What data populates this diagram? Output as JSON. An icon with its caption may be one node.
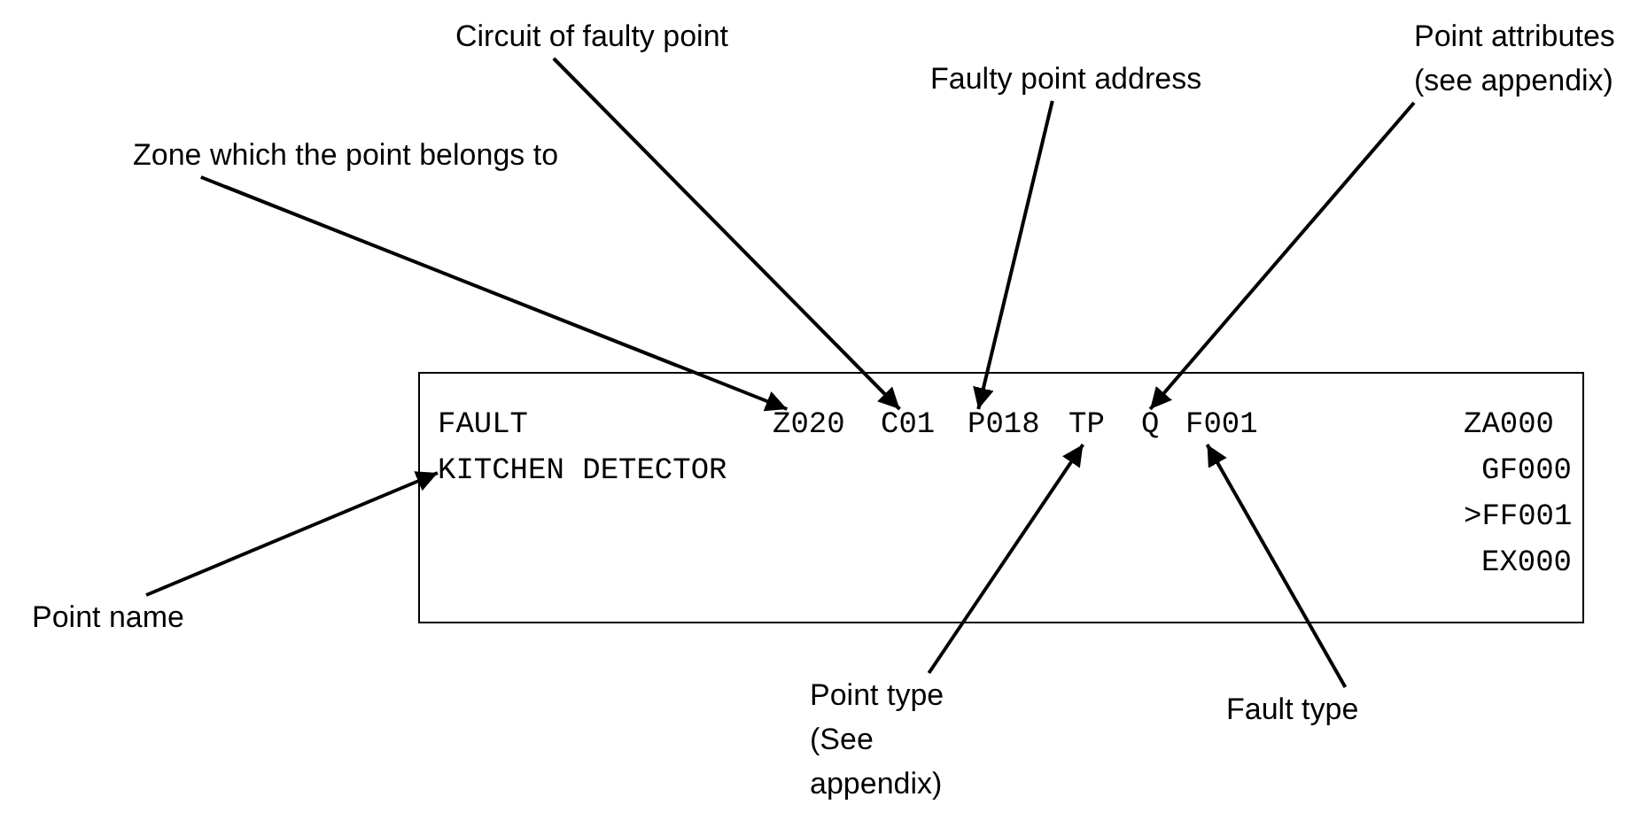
{
  "diagram": {
    "nodes": [
      {
        "text": [
          "Circuit of faulty point"
        ]
      },
      {
        "text": [
          "Faulty point address"
        ]
      },
      {
        "text": [
          "Point attributes (see appendix)"
        ]
      },
      {
        "text": [
          "Zone which the point belongs to"
        ]
      },
      {
        "text": [],
        "shape": "box"
      },
      {
        "text": [
          "Z020"
        ],
        "in": 4
      },
      {
        "text": [
          "C01"
        ],
        "in": 4
      },
      {
        "text": [
          "P018"
        ],
        "in": 4
      },
      {
        "text": [
          "TP"
        ],
        "in": 4
      },
      {
        "text": [
          "Q"
        ],
        "in": 4
      },
      {
        "text": [
          "F001"
        ],
        "in": 4
      },
      {
        "text": [
          "KITCHEN DETECTOR"
        ],
        "in": 4
      },
      {
        "text": [
          "Point name"
        ]
      },
      {
        "text": [
          "Point type (See appendix)"
        ]
      },
      {
        "text": [
          "Fault type"
        ]
      }
    ],
    "edges": [
      {
        "from": 3,
        "to": 5,
        "arrow": "to"
      },
      {
        "from": 0,
        "to": 6,
        "arrow": "to"
      },
      {
        "from": 1,
        "to": 7,
        "arrow": "to"
      },
      {
        "from": 2,
        "to": 9,
        "arrow": "to"
      },
      {
        "from": 12,
        "to": 11,
        "arrow": "to"
      },
      {
        "from": 13,
        "to": 8,
        "arrow": "to"
      },
      {
        "from": 14,
        "to": 10,
        "arrow": "to"
      }
    ],
    "labels": [
      "FAULT",
      "ZA000",
      "GF000",
      ">FF001",
      "EX000"
    ]
  }
}
